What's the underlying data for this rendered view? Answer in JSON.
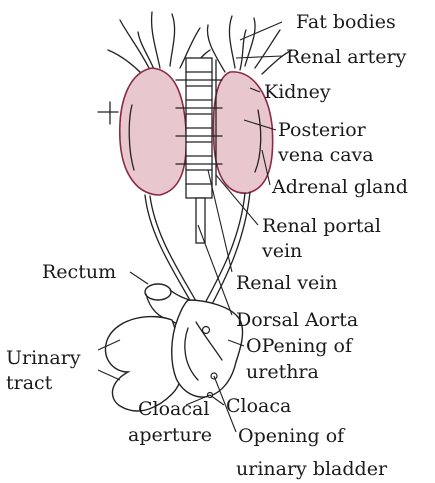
{
  "labels": {
    "fat_bodies": "Fat bodies",
    "renal_artery": "Renal artery",
    "kidney": "Kidney",
    "posterior_vena_cava_1": "Posterior",
    "posterior_vena_cava_2": "vena cava",
    "adrenal_gland": "Adrenal gland",
    "renal_portal_vein_1": "Renal portal",
    "renal_portal_vein_2": "vein",
    "rectum": "Rectum",
    "renal_vein": "Renal vein",
    "dorsal_aorta": "Dorsal Aorta",
    "urinary_tract_1": "Urinary",
    "urinary_tract_2": "tract",
    "opening_of_urethra_1": "OPening of",
    "opening_of_urethra_2": "urethra",
    "cloaca": "Cloaca",
    "cloacal_aperture_1": "Cloacal",
    "cloacal_aperture_2": "aperture",
    "opening_of_urinary_bladder_1": "Opening of",
    "opening_of_urinary_bladder_2": "urinary bladder"
  },
  "colors": {
    "kidney_fill": "#e9c7cf",
    "kidney_outline": "#8a2a45",
    "ink": "#222222"
  }
}
